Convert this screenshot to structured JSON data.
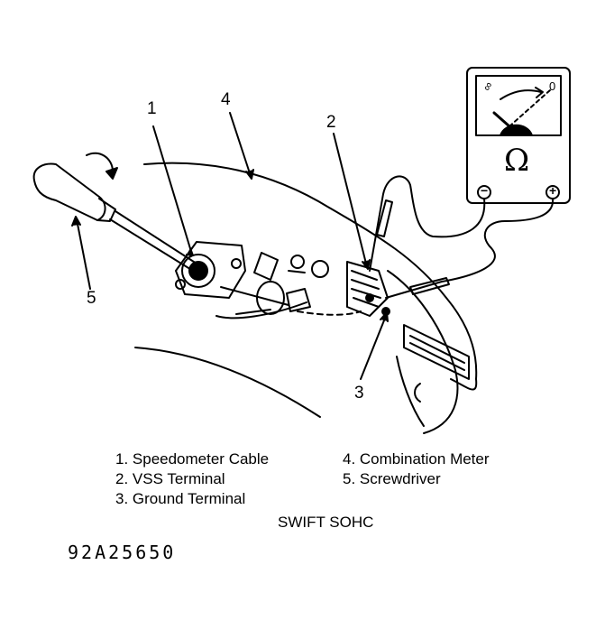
{
  "callouts": {
    "c1": "1",
    "c2": "2",
    "c3": "3",
    "c4": "4",
    "c5": "5"
  },
  "meter": {
    "symbol": "Ω",
    "scale_left": "∞",
    "scale_right": "0",
    "minus": "−",
    "plus": "+"
  },
  "legend": {
    "items": [
      "1. Speedometer Cable",
      "2. VSS Terminal",
      "3. Ground Terminal",
      "4. Combination Meter",
      "5. Screwdriver"
    ]
  },
  "caption": "SWIFT SOHC",
  "figure_id": "92A25650"
}
